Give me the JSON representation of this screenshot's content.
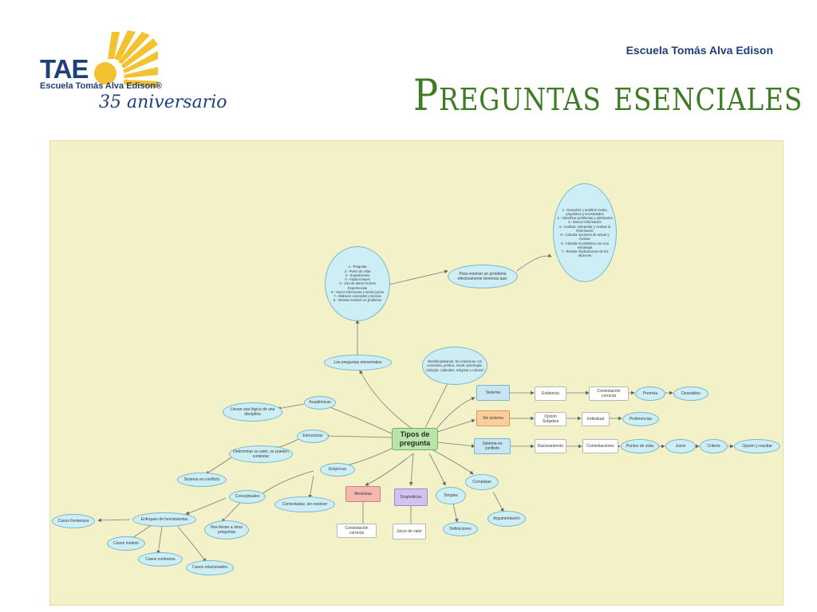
{
  "header": {
    "logo_text": "TAE",
    "logo_school": "Escuela Tomás Alva Edison®",
    "logo_anniversary": "35 aniversario",
    "school_name": "Escuela Tomás Alva Edison",
    "title": "Preguntas esenciales"
  },
  "colors": {
    "title_green": "#3f7a24",
    "school_blue": "#1f3f7a",
    "map_bg": "#f3f1c8",
    "sun_yellow": "#f2c230"
  },
  "map": {
    "center": "Tipos de pregunta",
    "nodes": {
      "cerebro_list": "1.- Pregunta\n2.- Punto de vista\n3.- Suposiciones\n4.- Implicaciones\n5.- Uso de datos hechos\nExperiencias\n6.- Hacer inferencias y sentir juicios\n7.- Elaborar conceptos y teorías\n8.- Intentar resolver un problema",
      "pensar": "Para resolver un problema efectivamente tenemos que:",
      "pasos_list": "1.- Descubrir y redefinir metas, propósitos y necesidades\n2.- Identificar problemas y obstáculos\n3.- Buscar información\n4.- Analizar, interpretar y evaluar la información\n5.- Calcular opciones de actuar y evaluar\n6.- Abordar el problema con una estrategia\n7.- Revisar implicaciones de los alcances",
      "preguntas_eh": "Las preguntas elementales",
      "interdisciplinarias": "Interdisciplinarias, No relacionan con economía, política, social, psicología, biología, culturales, religiosa o cultural",
      "academicas": "Académicas",
      "lenguaje": "Llevan una lógica de una disciplina",
      "estructuras": "Estructuras",
      "determinar": "Determinar su valor, se pueden contestar",
      "sistema_conflicto": "Sistema en conflicto",
      "empiricas": "Empíricas",
      "conceptuales": "Conceptuales",
      "contestadas": "Contestadas, sin resolver",
      "enfoques": "Enfoques de herramientas",
      "casos_frontera": "Casos fronterizos",
      "casos_modelo": "Casos modelo",
      "casos_contrarios": "Casos contrarios",
      "casos_relacionados": "Casos relacionados",
      "nos_lleva": "Nos llevan a otras preguntas",
      "absolutas": "Absolutas",
      "contestacion_correcta": "Contestación correcta",
      "dogmaticas": "Dogmáticas",
      "juicio_valor": "Juicio de valor",
      "simples": "Simples",
      "definiciones": "Definiciones",
      "complejas": "Complejas",
      "argumentacion": "Argumentación",
      "sistema": "Sistema",
      "evidencia": "Evidencia",
      "contestacion_correcta2": "Contestación correcta",
      "premisa": "Premisa",
      "deseables": "Deseables",
      "sin_sistema": "Sin sistema",
      "opcion_subjetiva": "Opción Subjetiva",
      "individual": "Individual",
      "preferencias": "Preferencias",
      "sistema_conflicto2": "Sistema en conflicto",
      "razonamiento": "Razonamiento",
      "contestaciones": "Contestaciones",
      "puntos_vista": "Puntos de vista",
      "juicio": "Juicio",
      "criterio": "Criterio",
      "opcion_resultar": "Opción y resultar"
    }
  }
}
